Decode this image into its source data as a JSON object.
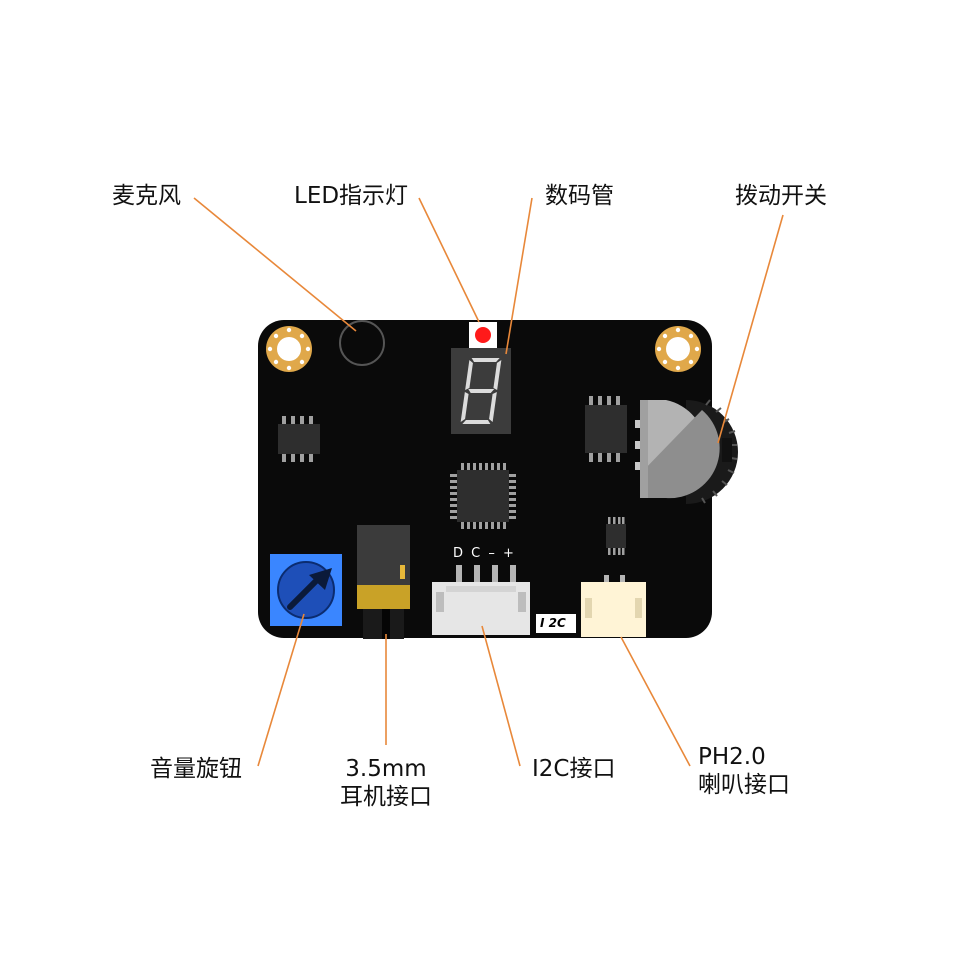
{
  "labels": {
    "microphone": "麦克风",
    "led_indicator": "LED指示灯",
    "digit_tube": "数码管",
    "toggle_switch": "拨动开关",
    "volume_knob": "音量旋钮",
    "jack_line1": "3.5mm",
    "jack_line2": "耳机接口",
    "i2c_port": "I2C接口",
    "speaker_line1": "PH2.0",
    "speaker_line2": "喇叭接口"
  },
  "silkscreen": {
    "pins": "D C – +",
    "i2c": "I 2C"
  },
  "colors": {
    "pcb": "#0a0a0a",
    "leader_line": "#e8883a",
    "mount_ring": "#e0a84a",
    "knob_blue": "#3a86ff",
    "led_red": "#ff1a1a",
    "jack_gold": "#c9a227",
    "connector_white": "#e6e6e6",
    "ph_connector": "#fff4d6"
  }
}
